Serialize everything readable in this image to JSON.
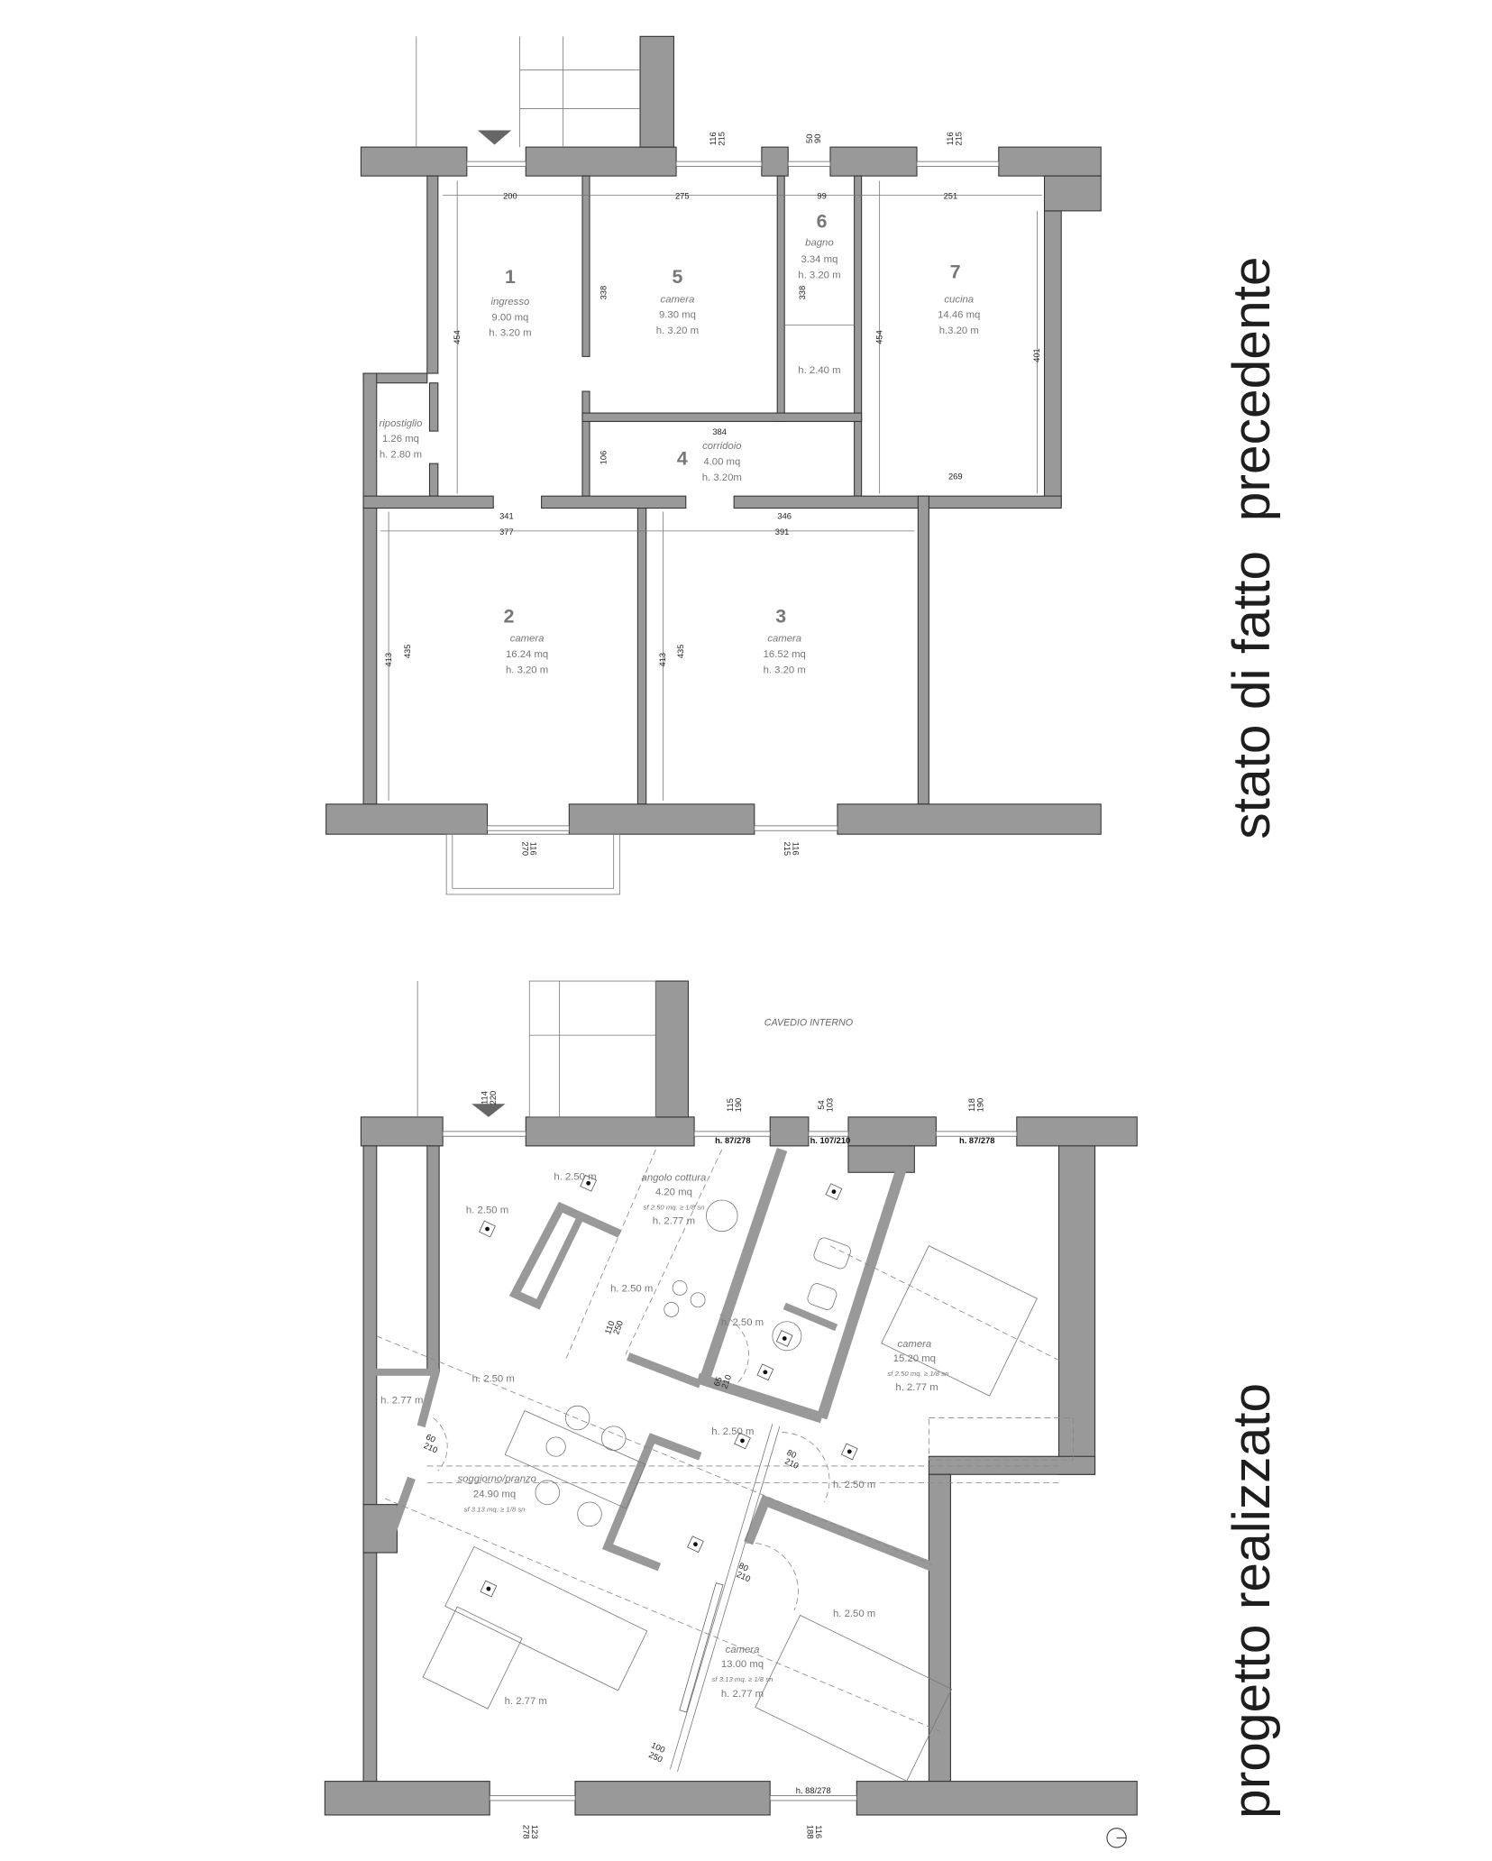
{
  "titles": {
    "existing": "stato di fatto  precedente",
    "project": "progetto realizzato"
  },
  "existing": {
    "rooms": [
      {
        "number": "1",
        "name": "ingresso",
        "area": "9.00 mq",
        "height": "h. 3.20 m"
      },
      {
        "number": "5",
        "name": "camera",
        "area": "9.30 mq",
        "height": "h. 3.20 m"
      },
      {
        "number": "6",
        "name": "bagno",
        "area": "3.34 mq",
        "height": "h. 3.20 m",
        "low_height": "h. 2.40 m"
      },
      {
        "number": "7",
        "name": "cucina",
        "area": "14.46 mq",
        "height": "h.3.20 m"
      },
      {
        "name": "ripostiglio",
        "area": "1.26 mq",
        "height": "h. 2.80 m"
      },
      {
        "number": "4",
        "name": "corridoio",
        "area": "4.00 mq",
        "height": "h. 3.20m"
      },
      {
        "number": "2",
        "name": "camera",
        "area": "16.24 mq",
        "height": "h. 3.20 m"
      },
      {
        "number": "3",
        "name": "camera",
        "area": "16.52 mq",
        "height": "h. 3.20 m"
      }
    ],
    "dimensions": [
      "200",
      "275",
      "99",
      "251",
      "338",
      "338",
      "454",
      "454",
      "401",
      "384",
      "106",
      "269",
      "341",
      "346",
      "377",
      "391",
      "413",
      "435",
      "413",
      "435"
    ],
    "windows": [
      {
        "a": "116",
        "b": "215"
      },
      {
        "a": "50",
        "b": "90"
      },
      {
        "a": "116",
        "b": "215"
      },
      {
        "a": "116",
        "b": "270"
      },
      {
        "a": "116",
        "b": "215"
      }
    ]
  },
  "project": {
    "cavedio": "CAVEDIO INTERNO",
    "windows": [
      {
        "a": "114",
        "b": "220"
      },
      {
        "a": "115",
        "b": "190",
        "h": "h. 87/278"
      },
      {
        "a": "54",
        "b": "103",
        "h": "h. 107/210"
      },
      {
        "a": "118",
        "b": "190",
        "h": "h. 87/278"
      },
      {
        "a": "123",
        "b": "278"
      },
      {
        "a": "116",
        "b": "188",
        "h": "h. 88/278"
      }
    ],
    "rooms": [
      {
        "name": "angolo cottura",
        "area": "4.20 mq",
        "sf": "sf 2.50 mq. ≥ 1/8 sn",
        "height": "h. 2.77 m"
      },
      {
        "name": "camera",
        "area": "15.20 mq",
        "sf": "sf 2.50 mq. ≥ 1/8 sn",
        "height": "h. 2.77 m"
      },
      {
        "name": "soggiorno/pranzo",
        "area": "24.90 mq",
        "sf": "sf 3.13 mq. ≥ 1/8 sn"
      },
      {
        "name": "camera",
        "area": "13.00 mq",
        "sf": "sf 3.13 mq. ≥ 1/8 sn",
        "height": "h. 2.77 m"
      }
    ],
    "heights": [
      "h. 2.50 m",
      "h. 2.50 m",
      "h. 2.50 m",
      "h. 2.50 m",
      "h. 2.50 m",
      "h. 2.50 m",
      "h. 2.50 m",
      "h. 2.50 m",
      "h. 2.77 m",
      "h. 2.77 m"
    ],
    "doors": [
      {
        "a": "110",
        "b": "250"
      },
      {
        "a": "65",
        "b": "210"
      },
      {
        "a": "60",
        "b": "210"
      },
      {
        "a": "80",
        "b": "210"
      },
      {
        "a": "80",
        "b": "210"
      },
      {
        "a": "100",
        "b": "250"
      }
    ]
  }
}
